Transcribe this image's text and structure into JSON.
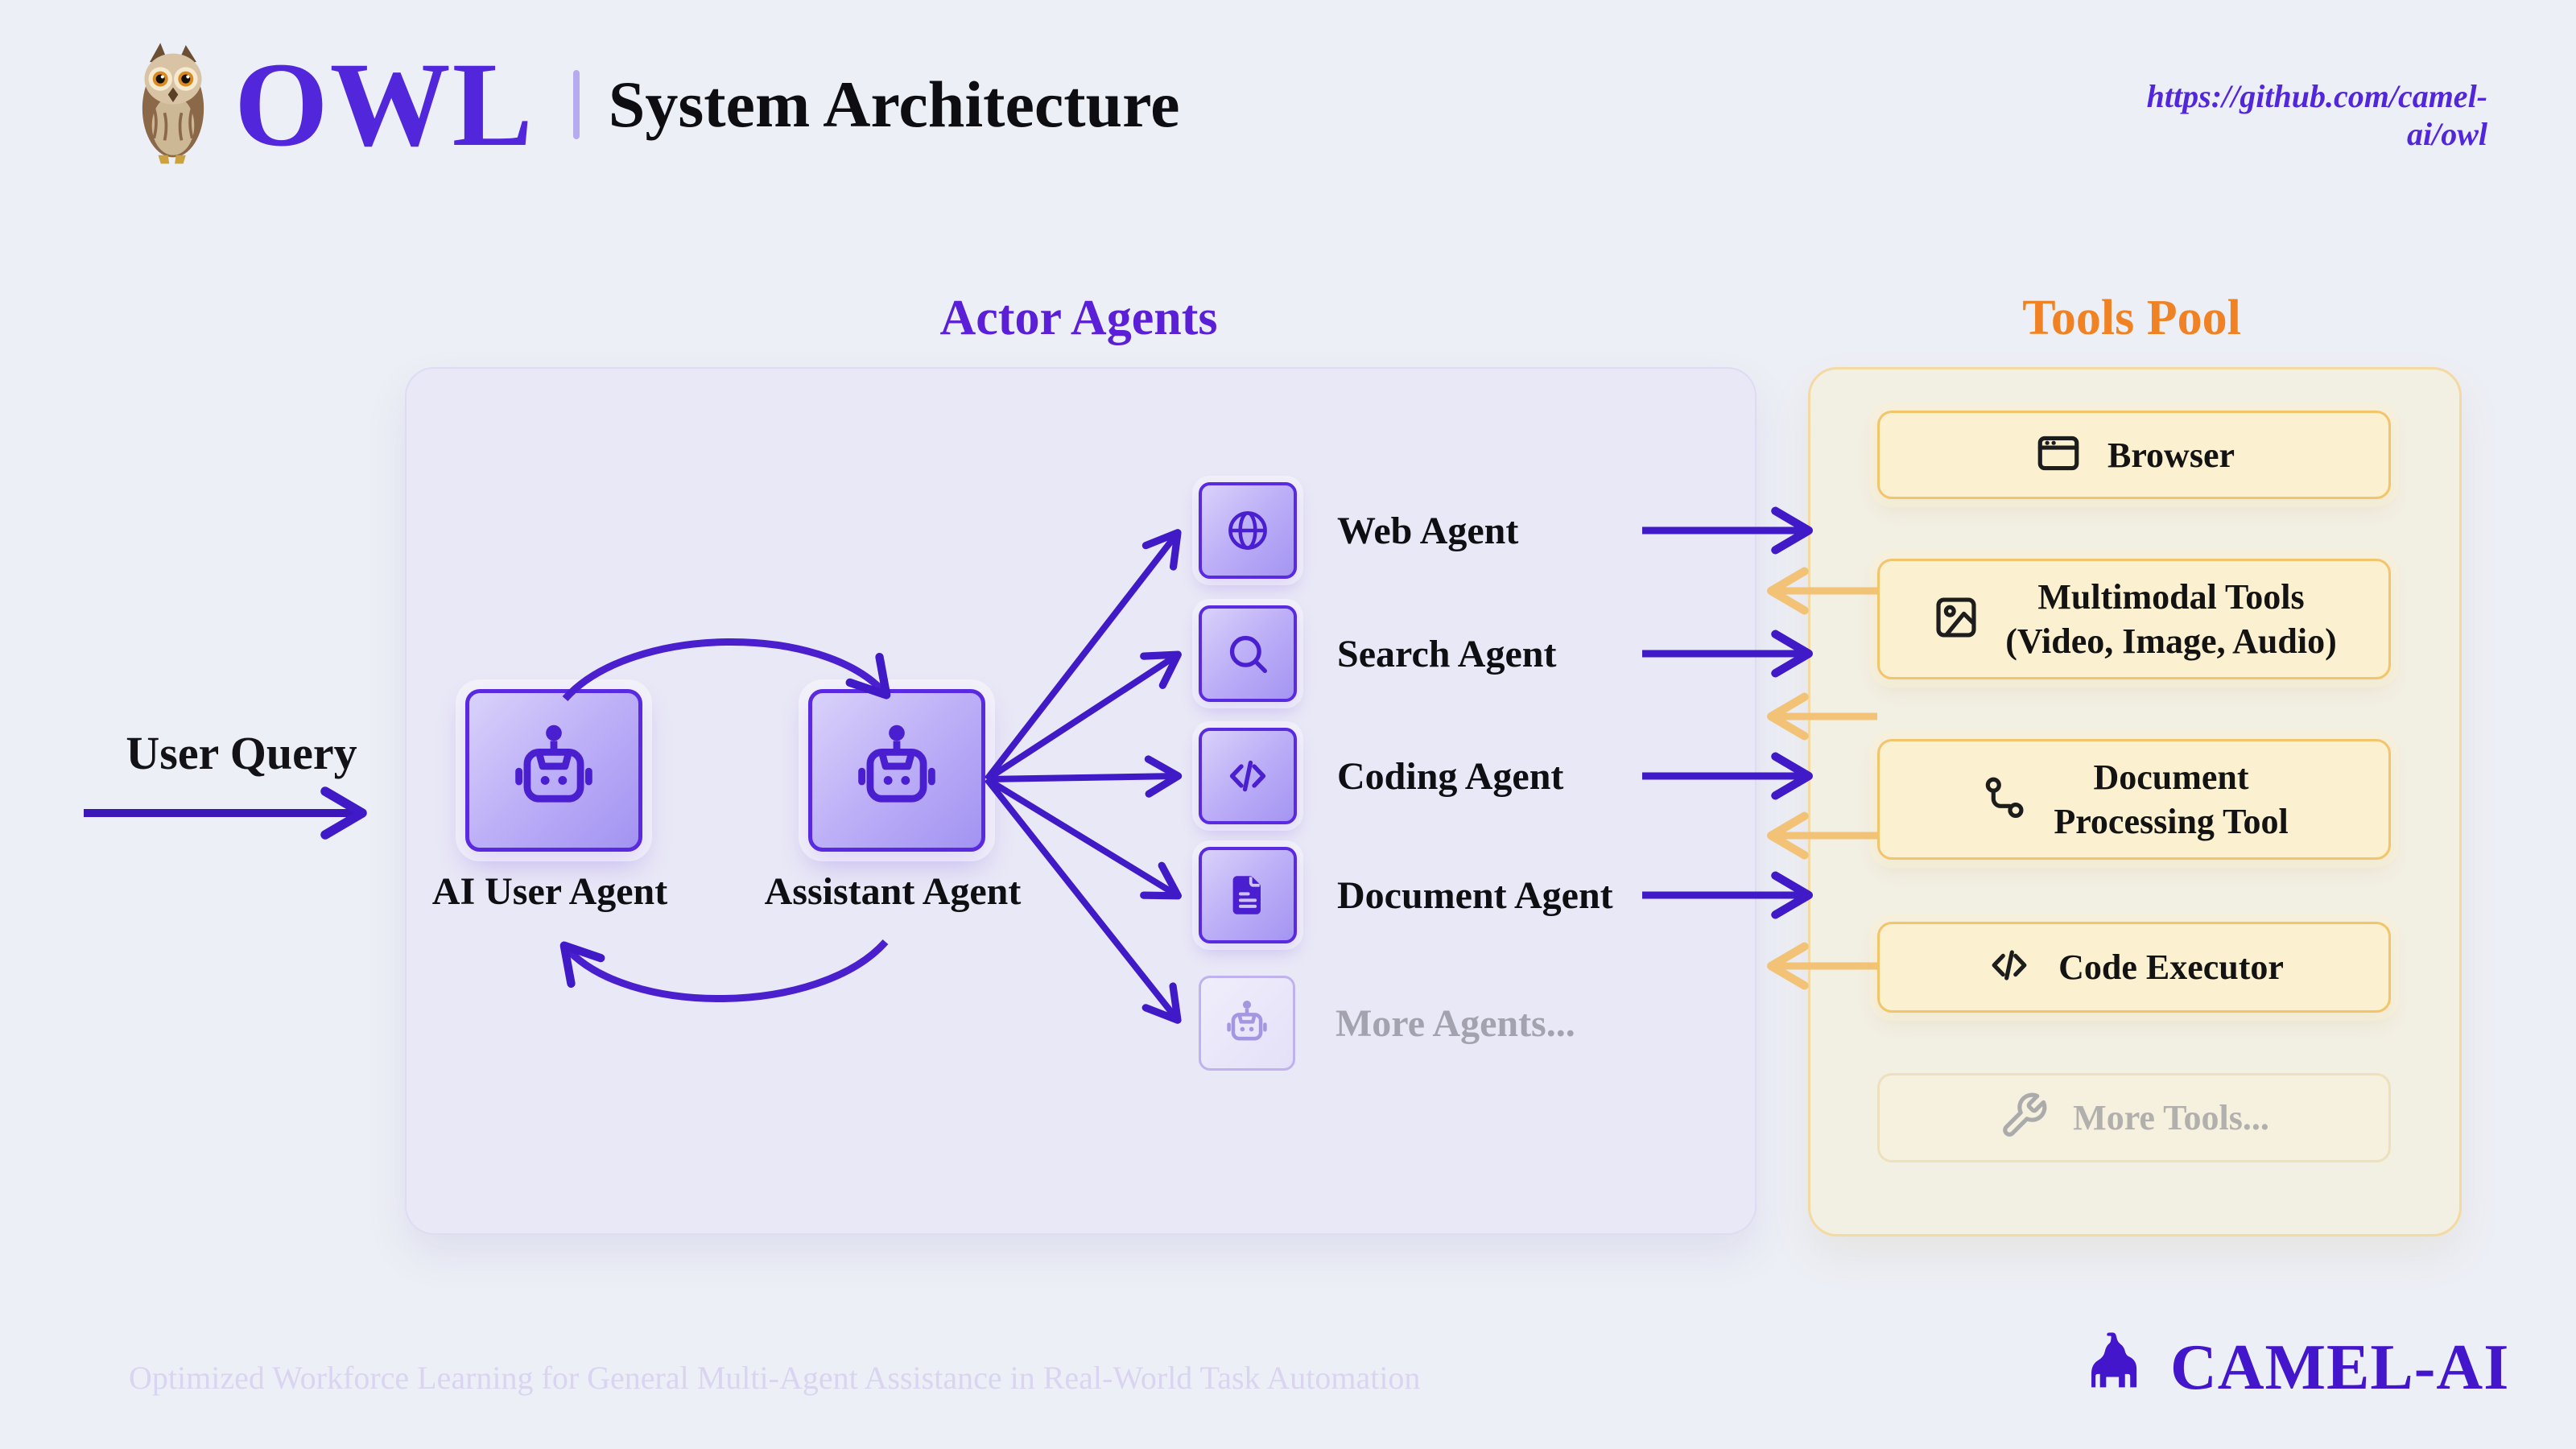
{
  "header": {
    "logo_text": "OWL",
    "title": "System Architecture",
    "url": "https://github.com/camel-ai/owl"
  },
  "user_query": {
    "label": "User Query"
  },
  "actor_agents": {
    "title": "Actor Agents",
    "ai_user_label": "AI User Agent",
    "assistant_label": "Assistant Agent",
    "agents": [
      {
        "label": "Web Agent",
        "icon": "globe-icon"
      },
      {
        "label": "Search Agent",
        "icon": "search-icon"
      },
      {
        "label": "Coding Agent",
        "icon": "code-icon"
      },
      {
        "label": "Document Agent",
        "icon": "file-text-icon"
      },
      {
        "label": "More Agents...",
        "icon": "robot-icon",
        "muted": true
      }
    ]
  },
  "tools_pool": {
    "title": "Tools Pool",
    "tools": [
      {
        "label": "Browser",
        "label2": "",
        "icon": "browser-window-icon"
      },
      {
        "label": "Multimodal Tools",
        "label2": "(Video, Image, Audio)",
        "icon": "image-icon"
      },
      {
        "label": "Document",
        "label2": "Processing Tool",
        "icon": "route-icon"
      },
      {
        "label": "Code Executor",
        "label2": "",
        "icon": "code-icon"
      },
      {
        "label": "More Tools...",
        "label2": "",
        "icon": "wrench-icon",
        "muted": true
      }
    ]
  },
  "footer": {
    "tagline": "Optimized Workforce Learning for General Multi-Agent Assistance in Real-World Task Automation",
    "brand": "CAMEL-AI"
  },
  "colors": {
    "background": "#edeff6",
    "purple_accent": "#5226db",
    "purple_arrow": "#3f1ac6",
    "orange_accent": "#f08224",
    "orange_arrow": "#f2c276",
    "actor_box_fill": "#e9e8f6",
    "tools_box_fill": "#f2efe3",
    "tool_card_fill": "#fbf0cf"
  }
}
